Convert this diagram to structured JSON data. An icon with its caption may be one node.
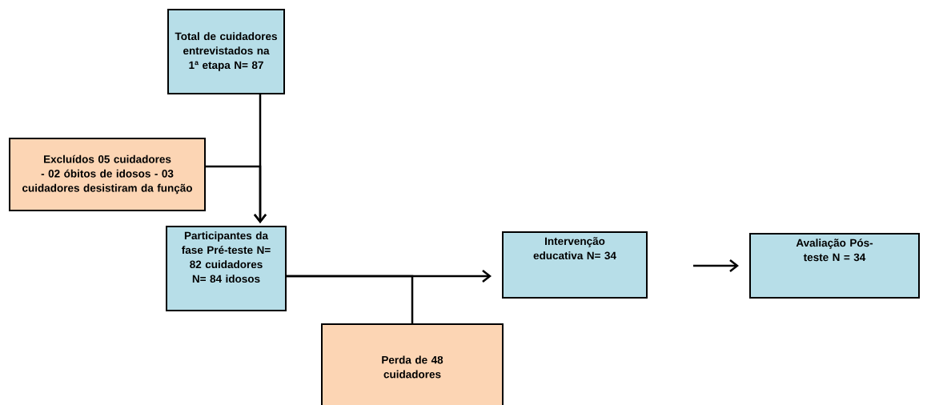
{
  "diagram": {
    "nodes": [
      {
        "text": [
          "Total de cuidadores entrevistados na 1ª etapa N= 87"
        ]
      },
      {
        "text": [
          "Excluídos 05 cuidadores - 02 óbitos de idosos - 03 cuidadores desistiram da função"
        ]
      },
      {
        "text": [
          "Participantes da fase Pré-teste N= 82 cuidadores N= 84 idosos"
        ]
      },
      {
        "text": [
          "Intervenção educativa N= 34"
        ]
      },
      {
        "text": [
          "Perda de 48 cuidadores"
        ]
      },
      {
        "text": [
          "Avaliação Pós-teste N = 34"
        ]
      }
    ],
    "edges": [
      {
        "from": 0,
        "to": 2,
        "arrow": "to"
      },
      {
        "from": 1,
        "to": 2,
        "arrow": "to"
      },
      {
        "from": 2,
        "to": 3,
        "arrow": "to"
      },
      {
        "from": 2,
        "to": 4,
        "arrow": "none"
      },
      {
        "from": 3,
        "to": 5,
        "arrow": "to"
      }
    ]
  }
}
